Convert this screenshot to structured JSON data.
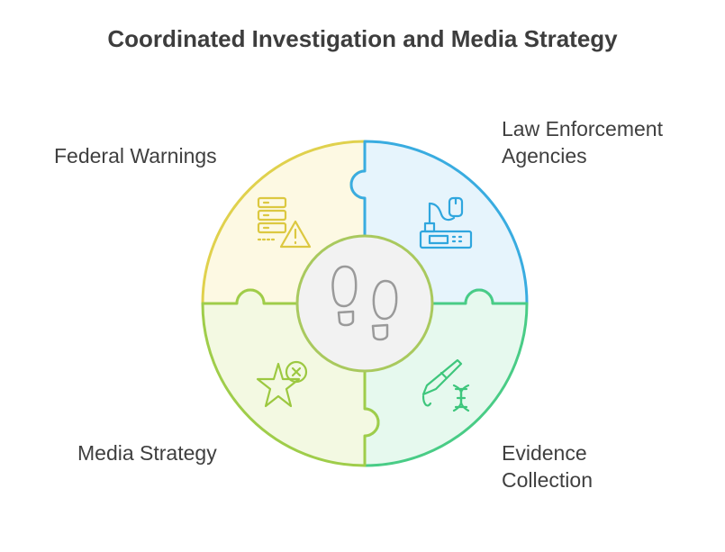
{
  "title": "Coordinated Investigation and Media Strategy",
  "center": {
    "icon": "footprints-icon"
  },
  "segments": [
    {
      "id": "federal-warnings",
      "lines": [
        "Federal Warnings"
      ],
      "icon": "server-warning-icon",
      "fill": "#fdf9e3",
      "stroke": "#e0d14d"
    },
    {
      "id": "law-enforcement",
      "lines": [
        "Law Enforcement",
        "Agencies"
      ],
      "icon": "police-radio-icon",
      "fill": "#e6f4fc",
      "stroke": "#39ace0"
    },
    {
      "id": "evidence-collection",
      "lines": [
        "Evidence",
        "Collection"
      ],
      "icon": "scalpel-dna-icon",
      "fill": "#e6f9ee",
      "stroke": "#49cc86"
    },
    {
      "id": "media-strategy",
      "lines": [
        "Media Strategy"
      ],
      "icon": "star-x-icon",
      "fill": "#f3f9e2",
      "stroke": "#9fcd4a"
    }
  ]
}
